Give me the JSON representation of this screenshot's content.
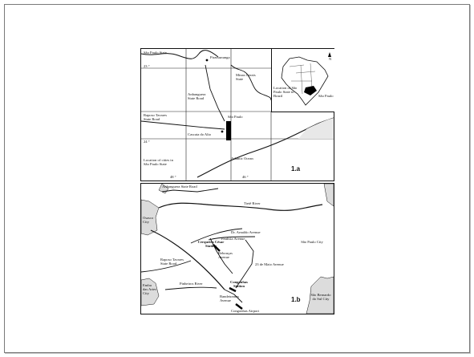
{
  "map_a": {
    "tag": "1.a",
    "labels": {
      "sao_paulo_state": "São Paulo State",
      "lat_23": "23 °",
      "pirassununga": "Pirassununga",
      "minas_gerais": "Minas Gerais State",
      "anhanguera": "Anhanguera State Road",
      "raposo": "Raposo Tavares State Road",
      "cascata": "Cascata do Alto",
      "sao_paulo": "São Paulo",
      "lat_24": "24 °",
      "atlantic": "Atlantic Ocean",
      "location_cities": "Location of cities in São Paulo State",
      "lon_48": "48 °",
      "lon_46": "46 °",
      "inset_location": "Location of São Paulo State in Brazil",
      "inset_sp": "São Paulo",
      "north": "N"
    }
  },
  "map_b": {
    "tag": "1.b",
    "labels": {
      "anhanguera": "Anhanguera State Road",
      "tiete": "Tietê River",
      "osasco": "Osasco City",
      "arnaldo": "Dr. Arnaldo Avenue",
      "paulista": "Paulista Avenue",
      "cerqueira": "Cerqueira César Station",
      "sao_paulo_city": "São Paulo City",
      "rebouca": "Rebouças Avenue",
      "raposo": "Raposo Tavares State Road",
      "maio": "23 de Maio Avenue",
      "embu": "Embu das Artes City",
      "pinheiros": "Pinheiros River",
      "congonhas_station": "Congonhas Station",
      "bandeirantes": "Bandeirantes Avenue",
      "sbc": "São Bernardo do Sul City",
      "airport": "Congonhas Airport"
    }
  }
}
